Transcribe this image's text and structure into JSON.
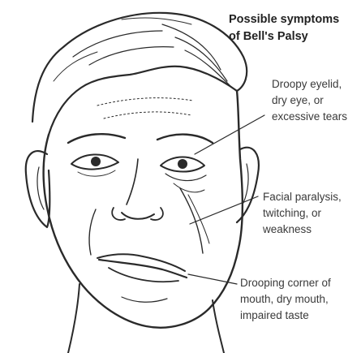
{
  "title_lines": [
    "Possible symptoms",
    "of Bell's Palsy"
  ],
  "symptoms": [
    {
      "lines": [
        "Droopy eyelid,",
        "dry eye, or",
        "excessive tears"
      ]
    },
    {
      "lines": [
        "Facial paralysis,",
        "twitching, or",
        "weakness"
      ]
    },
    {
      "lines": [
        "Drooping corner of",
        "mouth, dry mouth,",
        "impaired taste"
      ]
    }
  ],
  "colors": {
    "ink": "#2a2a2a",
    "background": "#ffffff"
  }
}
